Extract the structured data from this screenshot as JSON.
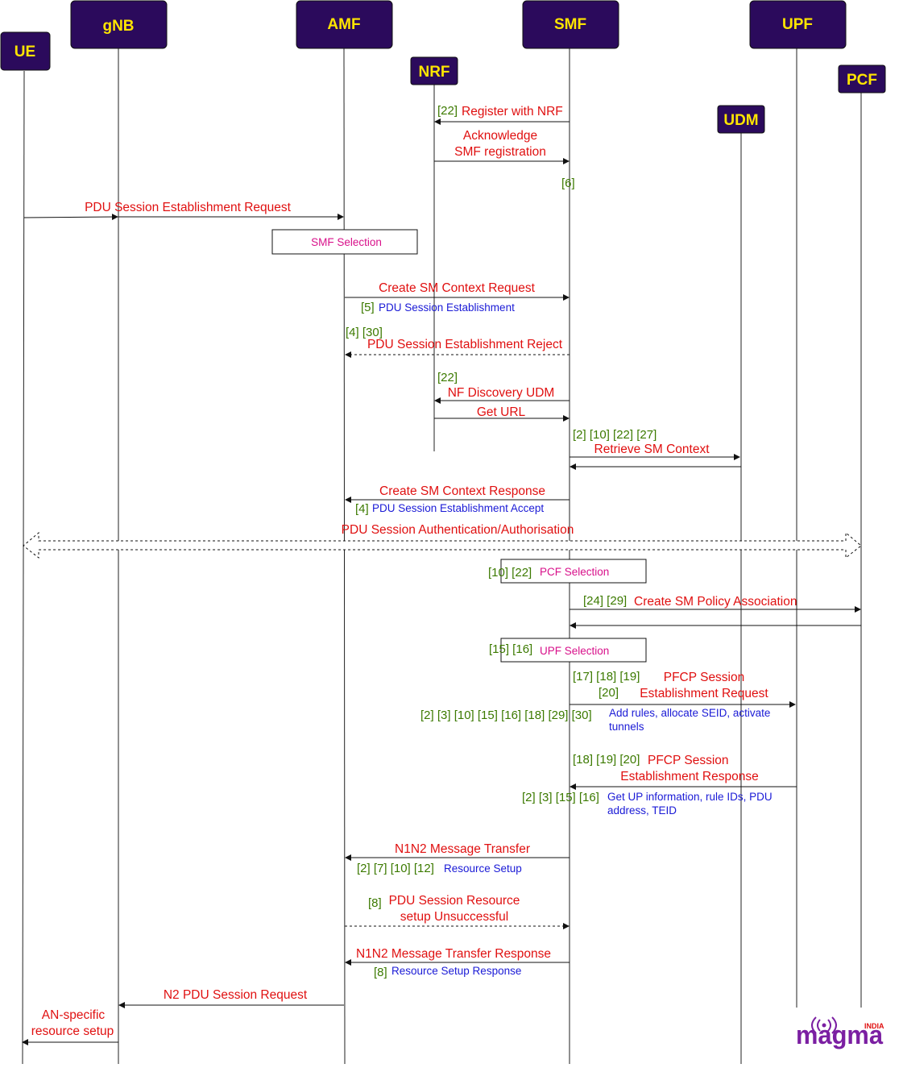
{
  "actors": {
    "ue": "UE",
    "gnb": "gNB",
    "amf": "AMF",
    "smf": "SMF",
    "upf": "UPF",
    "nrf": "NRF",
    "pcf": "PCF",
    "udm": "UDM"
  },
  "messages": {
    "register_nrf": "Register with NRF",
    "ack_smf_1": "Acknowledge",
    "ack_smf_2": "SMF registration",
    "pdu_est_req": "PDU Session Establishment Request",
    "create_sm_req": "Create SM Context Request",
    "pdu_est_reject": "PDU Session Establishment Reject",
    "nf_discovery_udm": "NF Discovery UDM",
    "get_url": "Get URL",
    "retrieve_sm": "Retrieve SM Context",
    "create_sm_resp": "Create SM Context Response",
    "pdu_auth": "PDU Session Authentication/Authorisation",
    "create_sm_policy": "Create SM Policy Association",
    "pfcp_req_1": "PFCP Session",
    "pfcp_req_2": "Establishment  Request",
    "pfcp_resp_1": "PFCP Session",
    "pfcp_resp_2": "Establishment  Response",
    "n1n2": "N1N2 Message Transfer",
    "pdu_res_unsucc_1": "PDU Session Resource",
    "pdu_res_unsucc_2": "setup Unsuccessful",
    "n1n2_resp": "N1N2 Message Transfer Response",
    "n2_pdu_req": "N2 PDU Session Request",
    "an_setup_1": "AN-specific",
    "an_setup_2": "resource setup"
  },
  "notes": {
    "pdu_est": "PDU Session Establishment",
    "pdu_est_accept": "PDU Session Establishment Accept",
    "add_rules_1": "Add rules, allocate SEID, activate",
    "add_rules_2": "tunnels",
    "get_up_1": "Get UP information, rule IDs, PDU",
    "get_up_2": "address, TEID",
    "resource_setup": "Resource Setup",
    "resource_setup_resp": "Resource Setup Response"
  },
  "selections": {
    "smf": "SMF Selection",
    "pcf": "PCF Selection",
    "upf": "UPF Selection"
  },
  "refs": {
    "r22a": "[22]",
    "r6": "[6]",
    "r5": "[5]",
    "r4_30": "[4] [30]",
    "r22b": "[22]",
    "r2_10_22_27": "[2] [10] [22] [27]",
    "r4": "[4]",
    "r10_22": "[10] [22]",
    "r24_29": "[24] [29]",
    "r15_16": "[15] [16]",
    "r17_18_19": "[17] [18] [19]",
    "r20": "[20]",
    "r_long": "[2] [3] [10] [15] [16] [18] [29] [30]",
    "r18_19_20": "[18] [19] [20]",
    "r2_3_15_16": "[2] [3] [15] [16]",
    "r2_7_10_12": "[2] [7] [10] [12]",
    "r8a": "[8]",
    "r8b": "[8]"
  },
  "logo": {
    "text": "magma",
    "sub": "INDIA"
  },
  "colors": {
    "actor_fill": "#2b0a5c",
    "actor_text": "#ffe500",
    "message": "#e01010",
    "reference": "#3c7a00",
    "note": "#1a1ad6",
    "selection": "#d8108a"
  }
}
